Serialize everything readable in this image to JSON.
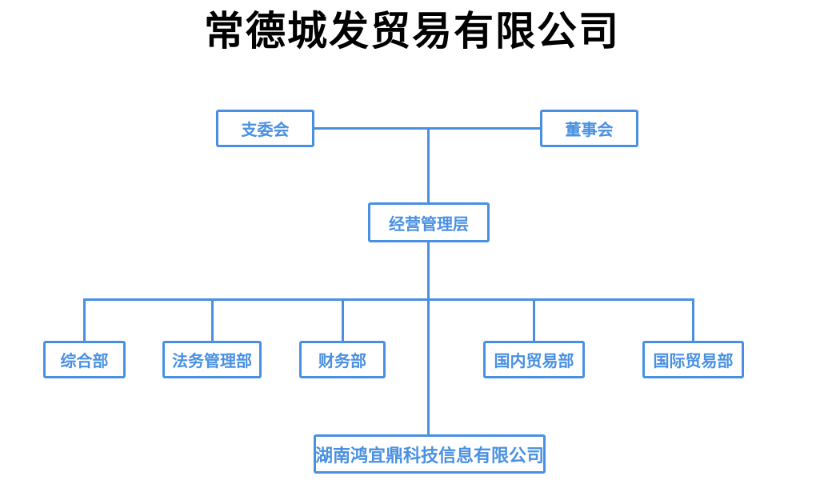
{
  "page": {
    "title": "常德城发贸易有限公司"
  },
  "colors": {
    "accent_blue": "#4A90E2",
    "title_text": "#000000",
    "background": "#FFFFFF"
  },
  "org_chart": {
    "nodes": [
      {
        "id": "party-branch-committee",
        "label": "支委会"
      },
      {
        "id": "board-of-directors",
        "label": "董事会"
      },
      {
        "id": "management-layer",
        "label": "经营管理层"
      },
      {
        "id": "general-affairs-dept",
        "label": "综合部"
      },
      {
        "id": "legal-management-dept",
        "label": "法务管理部"
      },
      {
        "id": "finance-dept",
        "label": "财务部"
      },
      {
        "id": "domestic-trade-dept",
        "label": "国内贸易部"
      },
      {
        "id": "international-trade-dept",
        "label": "国际贸易部"
      },
      {
        "id": "subsidiary-company",
        "label": "湖南鸿宜鼎科技信息有限公司"
      }
    ],
    "edges": [
      {
        "from": "支委会",
        "to": "经营管理层"
      },
      {
        "from": "董事会",
        "to": "经营管理层"
      },
      {
        "from": "经营管理层",
        "to": "综合部"
      },
      {
        "from": "经营管理层",
        "to": "法务管理部"
      },
      {
        "from": "经营管理层",
        "to": "财务部"
      },
      {
        "from": "经营管理层",
        "to": "国内贸易部"
      },
      {
        "from": "经营管理层",
        "to": "国际贸易部"
      },
      {
        "from": "经营管理层",
        "to": "湖南鸿宜鼎科技信息有限公司"
      }
    ]
  }
}
